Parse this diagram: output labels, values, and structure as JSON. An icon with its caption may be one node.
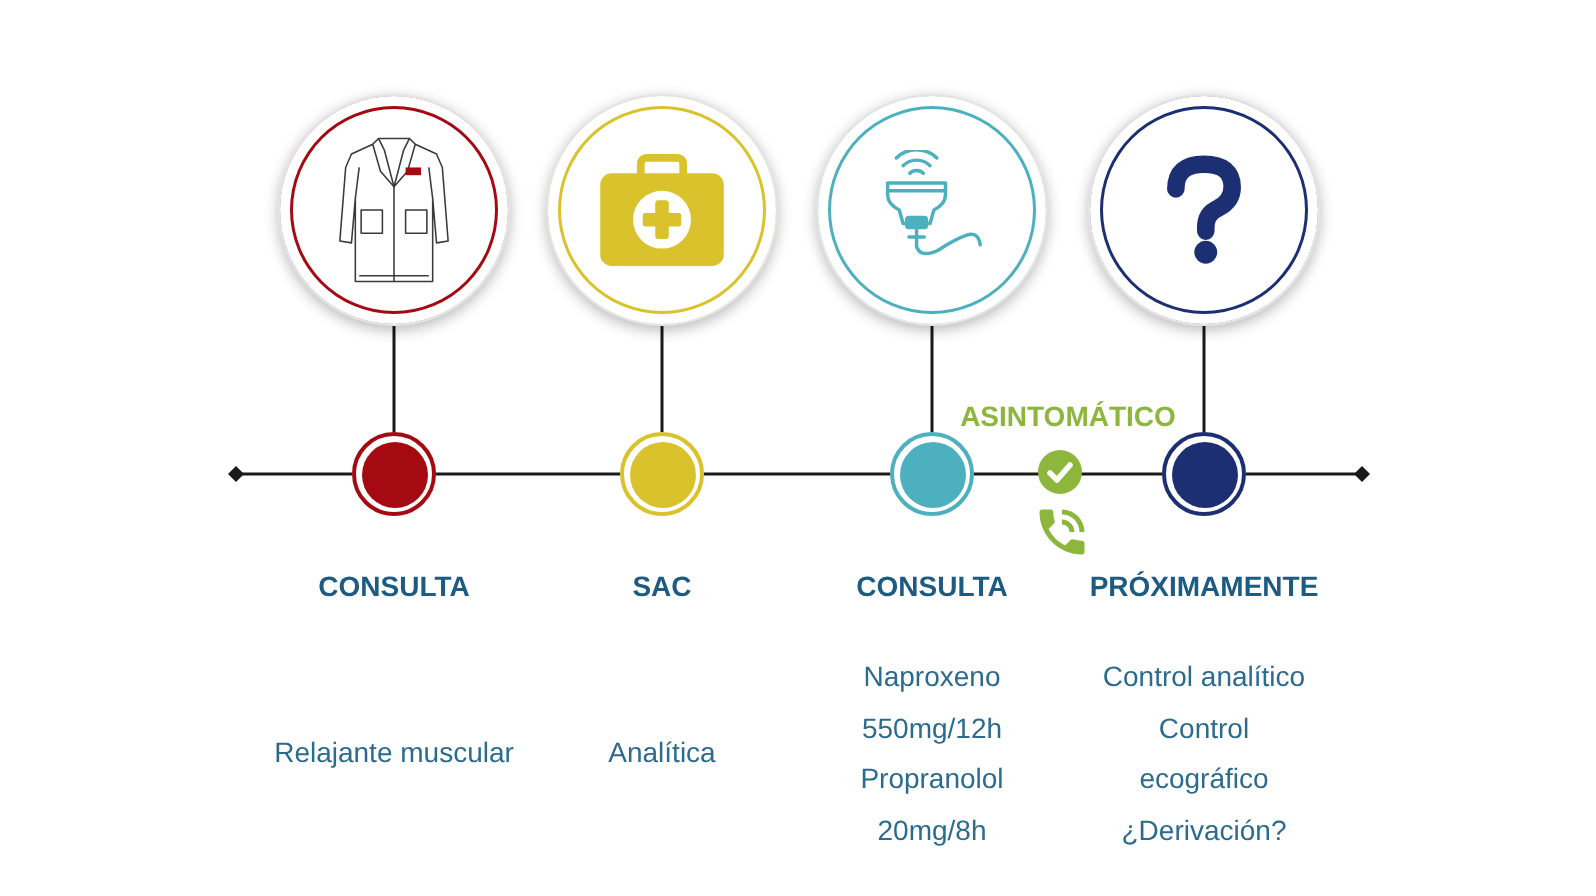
{
  "diagram": {
    "nodes": [
      {
        "text": [],
        "shape": "circle"
      },
      {
        "text": [],
        "shape": "circle"
      },
      {
        "text": [],
        "shape": "circle"
      },
      {
        "text": [],
        "shape": "circle"
      },
      {
        "text": [],
        "shape": "circle"
      },
      {
        "text": [],
        "shape": "circle"
      },
      {
        "text": [],
        "shape": "circle"
      },
      {
        "text": [],
        "shape": "circle"
      }
    ],
    "edges": [
      {
        "from": 0,
        "to": 4,
        "arrow": "none"
      },
      {
        "from": 1,
        "to": 5,
        "arrow": "none"
      },
      {
        "from": 2,
        "to": 6,
        "arrow": "none"
      },
      {
        "from": 3,
        "to": 7,
        "arrow": "none"
      },
      {
        "from": 4,
        "to": 5,
        "arrow": "none"
      },
      {
        "from": 5,
        "to": 6,
        "arrow": "none"
      },
      {
        "from": 6,
        "to": 7,
        "arrow": "none"
      },
      {
        "from": null,
        "to": 4,
        "arrow": "other"
      },
      {
        "from": 7,
        "to": null,
        "arrow": "other"
      }
    ],
    "labels": [
      "ASINTOMÁTICO",
      "CONSULTA",
      "SAC",
      "CONSULTA",
      "PRÓXIMAMENTE",
      "Relajante muscular",
      "Analítica",
      "Naproxeno 550mg/12h",
      "Propranolol 20mg/8h",
      "Control analítico",
      "Control ecográfico",
      "¿Derivación?"
    ]
  }
}
